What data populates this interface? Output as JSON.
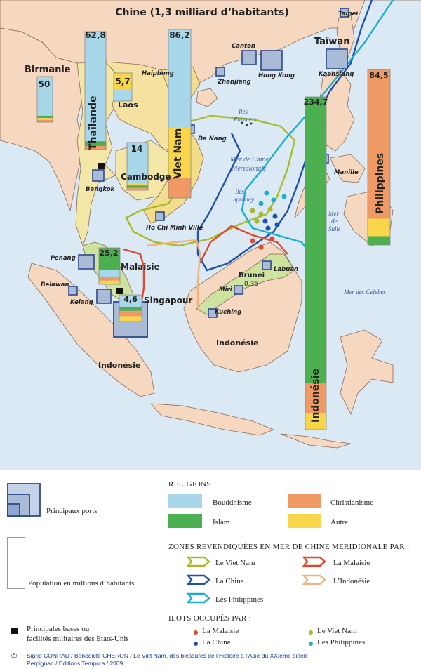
{
  "title": "Chine (1,3 milliard d’habitants)",
  "colors": {
    "sea": "#dbe9f5",
    "land_other": "#f6d7c0",
    "buddhism": "#a7d7e9",
    "christianity": "#ef9a64",
    "islam": "#4caf50",
    "other": "#f9d54a",
    "claim_vietnam": "#a9b92a",
    "claim_china": "#1f4fa8",
    "claim_philippines": "#1ab0cc",
    "claim_malaysia": "#e0472c",
    "claim_indonesia": "#efb37c",
    "port": "#5b79b5"
  },
  "countries": [
    {
      "name": "Birmanie",
      "population": "50"
    },
    {
      "name": "Thaïlande",
      "population": "62,8"
    },
    {
      "name": "Laos",
      "population": "5,7"
    },
    {
      "name": "Viet Nam",
      "population": "86,2"
    },
    {
      "name": "Cambodge",
      "population": "14"
    },
    {
      "name": "Malaisie",
      "population": "25,2"
    },
    {
      "name": "Singapour",
      "population": "4,6"
    },
    {
      "name": "Brunei",
      "population": "0,35"
    },
    {
      "name": "Indonésie",
      "population": "234,7"
    },
    {
      "name": "Philippines",
      "population": "84,5"
    }
  ],
  "bars": [
    {
      "country": "Birmanie",
      "segments": [
        {
          "religion": "buddhism",
          "share": 0.86
        },
        {
          "religion": "islam",
          "share": 0.05
        },
        {
          "religion": "other",
          "share": 0.04
        },
        {
          "religion": "christianity",
          "share": 0.05
        }
      ]
    },
    {
      "country": "Thaïlande",
      "segments": [
        {
          "religion": "buddhism",
          "share": 0.93
        },
        {
          "religion": "islam",
          "share": 0.04
        },
        {
          "religion": "christianity",
          "share": 0.03
        }
      ]
    },
    {
      "country": "Laos",
      "segments": [
        {
          "religion": "other",
          "share": 0.6
        },
        {
          "religion": "buddhism",
          "share": 0.4
        }
      ]
    },
    {
      "country": "Viet Nam",
      "segments": [
        {
          "religion": "buddhism",
          "share": 0.58
        },
        {
          "religion": "other",
          "share": 0.3
        },
        {
          "religion": "christianity",
          "share": 0.12
        }
      ]
    },
    {
      "country": "Cambodge",
      "segments": [
        {
          "religion": "buddhism",
          "share": 0.85
        },
        {
          "religion": "other",
          "share": 0.05
        },
        {
          "religion": "islam",
          "share": 0.05
        },
        {
          "religion": "christianity",
          "share": 0.05
        }
      ]
    },
    {
      "country": "Malaisie",
      "segments": [
        {
          "religion": "islam",
          "share": 0.6
        },
        {
          "religion": "buddhism",
          "share": 0.2
        },
        {
          "religion": "christianity",
          "share": 0.1
        },
        {
          "religion": "other",
          "share": 0.1
        }
      ]
    },
    {
      "country": "Singapour",
      "segments": [
        {
          "religion": "buddhism",
          "share": 0.45
        },
        {
          "religion": "islam",
          "share": 0.15
        },
        {
          "religion": "christianity",
          "share": 0.2
        },
        {
          "religion": "other",
          "share": 0.2
        }
      ]
    },
    {
      "country": "Indonésie",
      "segments": [
        {
          "religion": "islam",
          "share": 0.86
        },
        {
          "religion": "christianity",
          "share": 0.09
        },
        {
          "religion": "other",
          "share": 0.05
        }
      ]
    },
    {
      "country": "Philippines",
      "segments": [
        {
          "religion": "christianity",
          "share": 0.85
        },
        {
          "religion": "other",
          "share": 0.1
        },
        {
          "religion": "islam",
          "share": 0.05
        }
      ]
    }
  ],
  "cities": [
    "Taipei",
    "Canton",
    "Hong Kong",
    "Kaohsiung",
    "Haiphong",
    "Zhanjiang",
    "Da Nang",
    "Bangkok",
    "Ho Chi Minh Ville",
    "Manille",
    "Penang",
    "Belawan",
    "Kelang",
    "Miri",
    "Kuching",
    "Labuan"
  ],
  "places": [
    "Taïwan",
    "Iles Paracels",
    "Mer de Chine Méridionale",
    "Iles Spratley",
    "Mer de Sulu",
    "Mer des Celebes",
    "Indonésie"
  ],
  "place_labels": {
    "taiwan": "Taïwan",
    "paracels": [
      "Iles",
      "Paracels"
    ],
    "sea": [
      "Mer de Chine",
      "Méridionale"
    ],
    "spratley": [
      "Iles",
      "Spratley"
    ],
    "sulu": [
      "Mer",
      "de",
      "Sulu"
    ],
    "celebes": "Mer des Celebes",
    "indonesia_borneo": "Indonésie",
    "indonesia_sumatra": "Indonésie"
  },
  "islets": [
    {
      "occupant": "china",
      "count": 4
    },
    {
      "occupant": "philippines",
      "count": 4
    },
    {
      "occupant": "vietnam",
      "count": 4
    },
    {
      "occupant": "malaysia",
      "count": 3
    }
  ],
  "legend": {
    "ports_label": "Principaux ports",
    "population_label": "Population en millions d’habitants",
    "bases_label_1": "Principales bases ou",
    "bases_label_2": "facilités militaires des États-Unis",
    "religions_header": "RELIGIONS",
    "religions": {
      "buddhism": "Bouddhisme",
      "christianity": "Christianisme",
      "islam": "Islam",
      "other": "Autre"
    },
    "zones_header": "ZONES REVENDIQUÉES EN MER DE CHINE MERIDIONALE PAR :",
    "zones": {
      "vietnam": "Le Viet Nam",
      "malaysia": "La Malaisie",
      "china": "La Chine",
      "indonesia": "L’Indonésie",
      "philippines": "Les Philippines"
    },
    "islets_header": "ILOTS OCCUPÉS PAR :",
    "islets_occupants": {
      "malaysia": "La Malaisie",
      "vietnam": "Le Viet Nam",
      "china": "La Chine",
      "philippines": "Les Philippines"
    }
  },
  "credits": {
    "symbol": "©",
    "line1": "Sigrid CONRAD / Bénédicte CHERON / Le Viet Nam, des blessures de l’Histoire à l’Asie du XXIème siècle",
    "line2": "Perpignan / Editions Tempora / 2009"
  }
}
